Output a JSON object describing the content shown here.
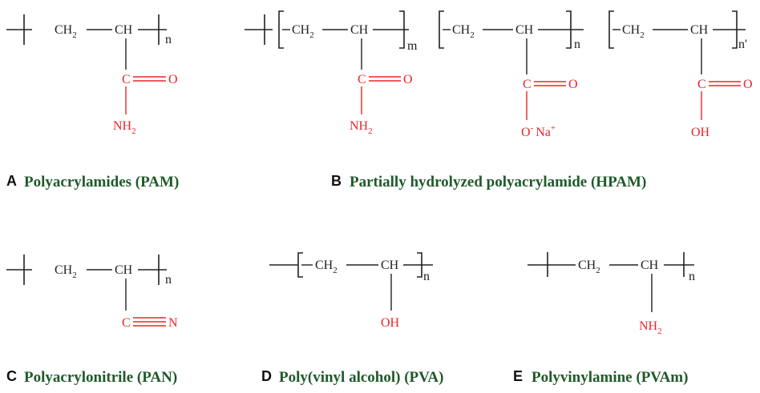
{
  "structures": {
    "pam": {
      "letter": "A",
      "name": "Polyacrylamides (PAM)",
      "backbone": {
        "ch2": "CH",
        "ch2_sub": "2",
        "ch": "CH"
      },
      "subscript": "n",
      "side": {
        "carbon": "C",
        "oxygen": "O",
        "nh": "NH",
        "nh_sub": "2"
      }
    },
    "hpam": {
      "letter": "B",
      "name": "Partially hydrolyzed polyacrylamide (HPAM)",
      "units": [
        {
          "ch2": "CH",
          "ch2_sub": "2",
          "ch": "CH",
          "subscript": "m",
          "side": {
            "carbon": "C",
            "oxygen": "O",
            "bottom": "NH",
            "bottom_sub": "2"
          }
        },
        {
          "ch2": "CH",
          "ch2_sub": "2",
          "ch": "CH",
          "subscript": "n",
          "side": {
            "carbon": "C",
            "oxygen": "O",
            "o_minus": "O",
            "minus": "-",
            "na": "Na",
            "plus": "+"
          }
        },
        {
          "ch2": "CH",
          "ch2_sub": "2",
          "ch": "CH",
          "subscript": "n'",
          "side": {
            "carbon": "C",
            "oxygen": "O",
            "bottom": "OH"
          }
        }
      ]
    },
    "pan": {
      "letter": "C",
      "name": "Polyacrylonitrile (PAN)",
      "backbone": {
        "ch2": "CH",
        "ch2_sub": "2",
        "ch": "CH"
      },
      "subscript": "n",
      "side": {
        "carbon": "C",
        "nitrogen": "N"
      }
    },
    "pva": {
      "letter": "D",
      "name": "Poly(vinyl alcohol) (PVA)",
      "backbone": {
        "ch2": "CH",
        "ch2_sub": "2",
        "ch": "CH"
      },
      "subscript": "n",
      "side": {
        "oh": "OH"
      }
    },
    "pvam": {
      "letter": "E",
      "name": "Polyvinylamine (PVAm)",
      "backbone": {
        "ch2": "CH",
        "ch2_sub": "2",
        "ch": "CH"
      },
      "subscript": "n",
      "side": {
        "nh": "NH",
        "nh_sub": "2"
      }
    }
  },
  "colors": {
    "backbone": "#222222",
    "substituent": "#e8262b",
    "caption": "#1f5a2a"
  }
}
